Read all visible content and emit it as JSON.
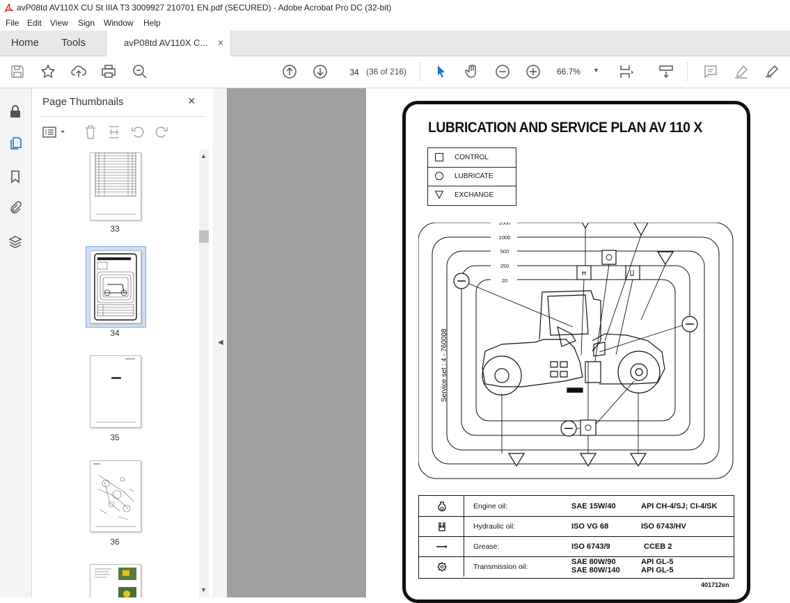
{
  "window": {
    "title": "avP08td AV110X CU St IIIA T3 3009927 210701 EN.pdf (SECURED) - Adobe Acrobat Pro DC (32-bit)"
  },
  "menu": [
    "File",
    "Edit",
    "View",
    "Sign",
    "Window",
    "Help"
  ],
  "tabs": {
    "home": "Home",
    "tools": "Tools",
    "document": "avP08td AV110X C...",
    "close": "×"
  },
  "toolbar": {
    "page_number": "34",
    "page_count": "(36 of 216)",
    "zoom": "66.7%"
  },
  "thumbnails_panel": {
    "title": "Page Thumbnails",
    "close": "×",
    "pages": [
      {
        "label": "33",
        "selected": false
      },
      {
        "label": "34",
        "selected": true
      },
      {
        "label": "35",
        "selected": false
      },
      {
        "label": "36",
        "selected": false
      }
    ]
  },
  "document": {
    "title": "LUBRICATION AND SERVICE PLAN  AV 110 X",
    "legend": [
      {
        "symbol": "square",
        "label": "CONTROL"
      },
      {
        "symbol": "circle",
        "label": "LUBRICATE"
      },
      {
        "symbol": "triangle",
        "label": "EXCHANGE"
      }
    ],
    "intervals": [
      "2000",
      "1000",
      "500",
      "250",
      "20"
    ],
    "service_set": "Service set : 4 - 760008",
    "oils": [
      {
        "icon": "engine-oil-icon",
        "name": "Engine oil:",
        "spec1": "SAE 15W/40",
        "spec2": "API CH-4/SJ; CI-4/SK"
      },
      {
        "icon": "hydraulic-oil-icon",
        "name": "Hydraulic oil:",
        "spec1": "ISO VG 68",
        "spec2": "ISO 6743/HV"
      },
      {
        "icon": "grease-icon",
        "name": "Grease:",
        "spec1": "ISO 6743/9",
        "spec2": "CCEB 2"
      },
      {
        "icon": "transmission-oil-icon",
        "name": "Transmission oil:",
        "spec1": "SAE 80W/90",
        "spec1b": "SAE 80W/140",
        "spec2": "API  GL-5",
        "spec2b": "API  GL-5"
      }
    ],
    "doc_number": "401712en"
  }
}
